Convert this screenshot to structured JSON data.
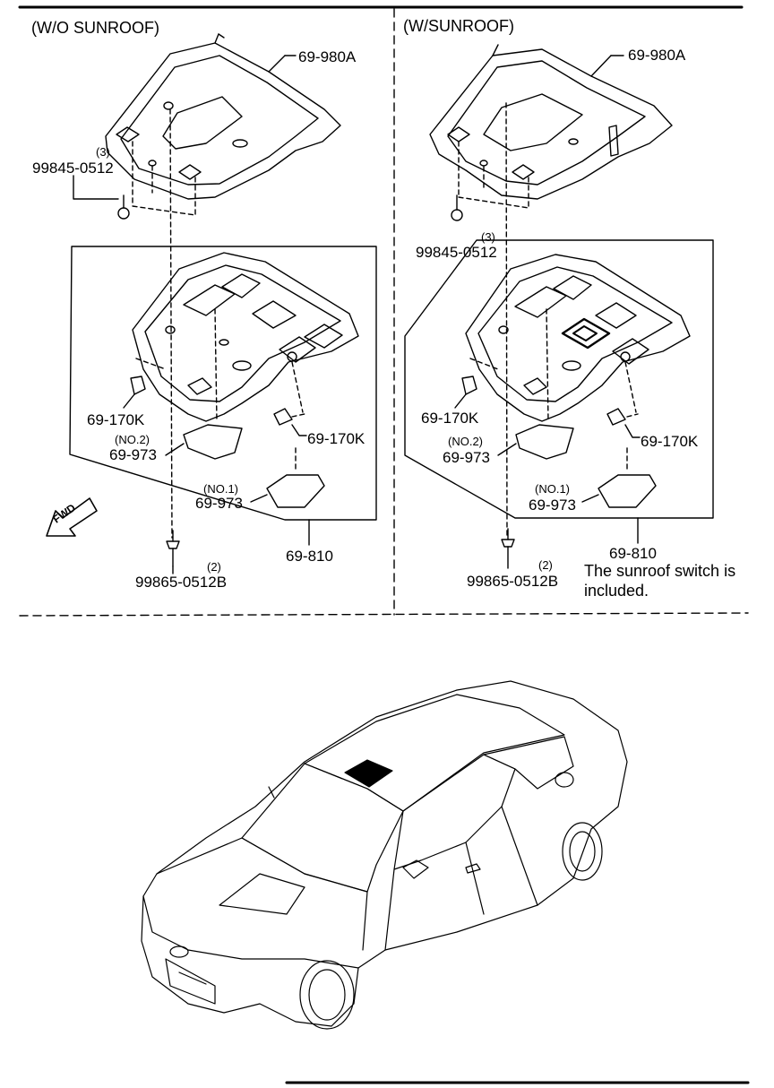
{
  "sections": {
    "left": {
      "title": "(W/O SUNROOF)"
    },
    "right": {
      "title": "(W/SUNROOF)"
    }
  },
  "left_labels": {
    "headliner": "69-980A",
    "bolt_qty": "(3)",
    "bolt": "99845-0512",
    "bulb_a": "69-170K",
    "lens2_no": "(NO.2)",
    "lens2": "69-973",
    "bulb_b": "69-170K",
    "lens1_no": "(NO.1)",
    "lens1": "69-973",
    "assembly": "69-810",
    "screw_qty": "(2)",
    "screw": "99865-0512B"
  },
  "right_labels": {
    "headliner": "69-980A",
    "bolt": "99845-0512",
    "bolt_qty": "(3)",
    "bulb_a": "69-170K",
    "lens2_no": "(NO.2)",
    "lens2": "69-973",
    "bulb_b": "69-170K",
    "lens1_no": "(NO.1)",
    "lens1": "69-973",
    "assembly": "69-810",
    "screw_qty": "(2)",
    "screw": "99865-0512B",
    "note": "The sunroof switch is included."
  },
  "fwd": "FWD",
  "icons": [
    "fwd-arrow-icon",
    "screw-icon",
    "bulb-icon",
    "car-icon"
  ]
}
